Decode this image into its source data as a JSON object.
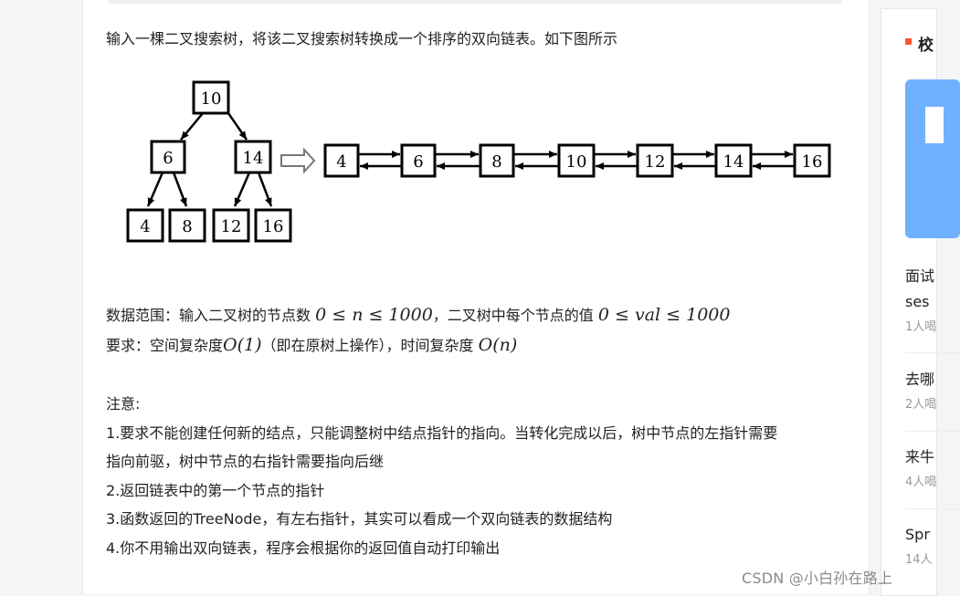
{
  "article": {
    "intro": "输入一棵二叉搜索树，将该二叉搜索树转换成一个排序的双向链表。如下图所示",
    "tree_nodes": [
      "10",
      "6",
      "14",
      "4",
      "8",
      "12",
      "16"
    ],
    "list_nodes": [
      "4",
      "6",
      "8",
      "10",
      "12",
      "14",
      "16"
    ],
    "range_prefix": "数据范围：输入二叉树的节点数",
    "range_n": "0 ≤ n ≤ 1000",
    "range_mid": "，二叉树中每个节点的值",
    "range_val": "0 ≤ val ≤ 1000",
    "req_prefix": "要求：空间复杂度",
    "req_space": "O(1)",
    "req_mid": "（即在原树上操作），时间复杂度",
    "req_time": "O(n)",
    "notes": [
      "注意:",
      "1.要求不能创建任何新的结点，只能调整树中结点指针的指向。当转化完成以后，树中节点的左指针需要",
      "指向前驱，树中节点的右指针需要指向后继",
      "2.返回链表中的第一个节点的指针",
      "3.函数返回的TreeNode，有左右指针，其实可以看成一个双向链表的数据结构",
      "4.你不用输出双向链表，程序会根据你的返回值自动打印输出"
    ]
  },
  "sidebar": {
    "heading": "校",
    "items": [
      {
        "title": "面试",
        "title2": "ses",
        "meta": "1人喝"
      },
      {
        "title": "去哪",
        "meta": "2人喝"
      },
      {
        "title": "来牛",
        "meta": "4人喝"
      },
      {
        "title": "Spr",
        "meta": "14人"
      }
    ]
  },
  "watermark": "CSDN @小白孙在路上",
  "colors": {
    "accent": "#fc5531",
    "banner": "#6fb1ff"
  }
}
